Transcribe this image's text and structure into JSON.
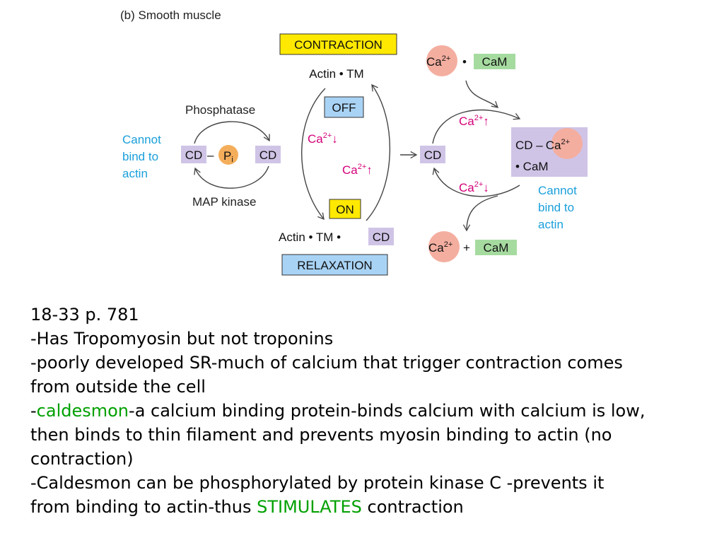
{
  "diagram": {
    "panel_label": "(b)  Smooth muscle",
    "contraction_label": "CONTRACTION",
    "relaxation_label": "RELAXATION",
    "off_label": "OFF",
    "on_label": "ON",
    "actin_tm": "Actin • TM",
    "actin_tm_cd_prefix": "Actin • TM •",
    "cd": "CD",
    "cd_dash": "–",
    "pi": "P",
    "pi_sub": "i",
    "phosphatase": "Phosphatase",
    "map_kinase": "MAP kinase",
    "cannot_bind_left": [
      "Cannot",
      "bind to",
      "actin"
    ],
    "cannot_bind_right": [
      "Cannot",
      "bind to",
      "actin"
    ],
    "ca": "Ca",
    "ca_sup": "2+",
    "down": "↓",
    "up": "↑",
    "cam": "CaM",
    "bullet": "•",
    "plus": "+",
    "cd_ca_prefix": "CD –",
    "bullet_cam": "• CaM",
    "colors": {
      "yellow": "#ffe900",
      "blue_box": "#a9d3f5",
      "purple_box": "#cfc4e6",
      "green_box": "#a6dba0",
      "orange_circle": "#f4ae5b",
      "pink_circle": "#f4aea0",
      "magenta": "#d4007a",
      "cyan_text": "#1a9fdb"
    }
  },
  "notes": {
    "line1": "18-33 p. 781",
    "line2": "-Has Tropomyosin but not troponins",
    "line3": "-poorly developed SR-much of calcium that trigger contraction comes",
    "line4": "from outside the cell",
    "line5_prefix": "-",
    "line5_highlight": "caldesmon",
    "line5_rest": "-a calcium binding protein-binds calcium with calcium is low,",
    "line6": "then binds to thin filament and prevents myosin binding to actin (no",
    "line7": "contraction)",
    "line8": "-Caldesmon can be phosphorylated by protein kinase C -prevents it",
    "line9_prefix": "from binding to actin-thus ",
    "line9_highlight": "STIMULATES",
    "line9_suffix": " contraction"
  }
}
